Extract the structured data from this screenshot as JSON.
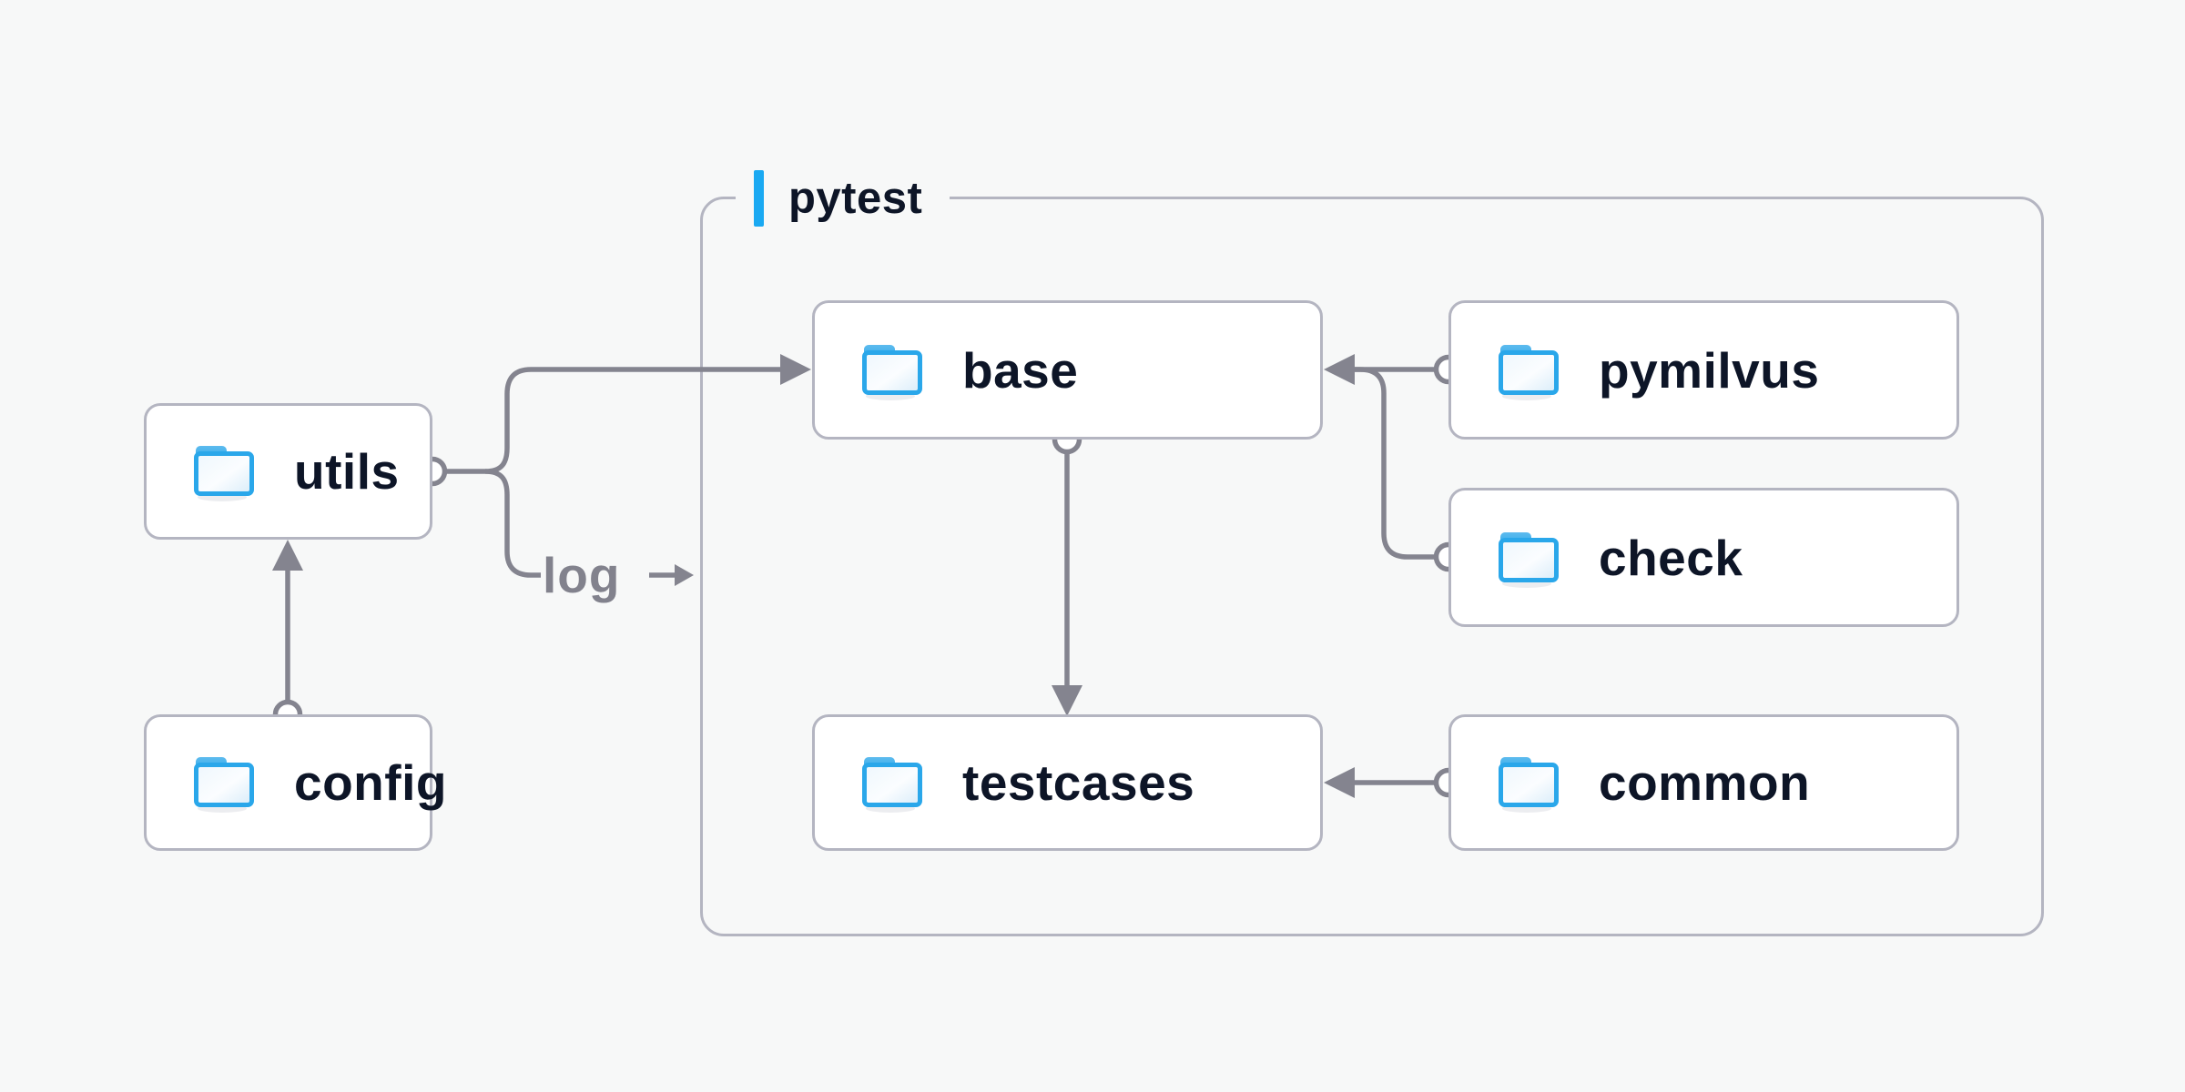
{
  "diagram": {
    "container": {
      "label": "pytest"
    },
    "nodes": {
      "utils": {
        "label": "utils",
        "icon": "folder-icon"
      },
      "config": {
        "label": "config",
        "icon": "folder-icon"
      },
      "base": {
        "label": "base",
        "icon": "folder-icon"
      },
      "pymilvus": {
        "label": "pymilvus",
        "icon": "folder-icon"
      },
      "check": {
        "label": "check",
        "icon": "folder-icon"
      },
      "testcases": {
        "label": "testcases",
        "icon": "folder-icon"
      },
      "common": {
        "label": "common",
        "icon": "folder-icon"
      }
    },
    "edges": [
      {
        "from": "config",
        "to": "utils"
      },
      {
        "from": "utils",
        "to": "base"
      },
      {
        "from": "utils",
        "to": "pytest-container",
        "label": "log"
      },
      {
        "from": "pymilvus",
        "to": "base"
      },
      {
        "from": "check",
        "to": "base"
      },
      {
        "from": "base",
        "to": "testcases"
      },
      {
        "from": "common",
        "to": "testcases"
      }
    ],
    "annotations": {
      "log_label": "log"
    },
    "colors": {
      "accent": "#1aa9f2",
      "node_text": "#0d1527",
      "connector": "#84848f",
      "box_border": "#b4b5c1",
      "folder_blue": "#2aa7ea",
      "background": "#f7f8f8",
      "node_background": "#ffffff"
    }
  }
}
